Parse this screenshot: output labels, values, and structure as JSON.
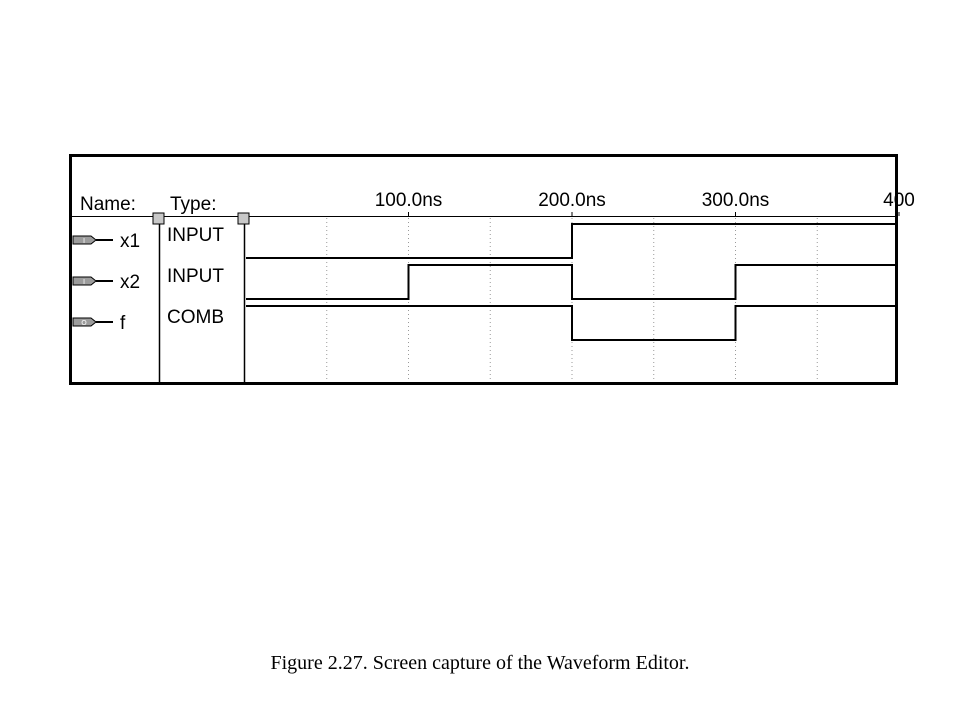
{
  "waveform_editor": {
    "header": {
      "name_label": "Name:",
      "type_label": "Type:"
    },
    "time_axis": {
      "unit": "ns",
      "ticks": [
        {
          "value": 100,
          "label": "100.0ns"
        },
        {
          "value": 200,
          "label": "200.0ns"
        },
        {
          "value": 300,
          "label": "300.0ns"
        },
        {
          "value": 400,
          "label": "400"
        }
      ]
    },
    "signals": [
      {
        "name": "x1",
        "type": "INPUT",
        "icon": "input-pin-icon",
        "icon_letter": "I",
        "transitions": [
          [
            0,
            0
          ],
          [
            200,
            1
          ]
        ]
      },
      {
        "name": "x2",
        "type": "INPUT",
        "icon": "input-pin-icon",
        "icon_letter": "I",
        "transitions": [
          [
            0,
            0
          ],
          [
            100,
            1
          ],
          [
            200,
            0
          ],
          [
            300,
            1
          ]
        ]
      },
      {
        "name": "f",
        "type": "COMB",
        "icon": "output-pin-icon",
        "icon_letter": "O",
        "transitions": [
          [
            0,
            1
          ],
          [
            200,
            0
          ],
          [
            300,
            1
          ]
        ]
      }
    ]
  },
  "caption": "Figure 2.27.  Screen capture of the Waveform Editor."
}
